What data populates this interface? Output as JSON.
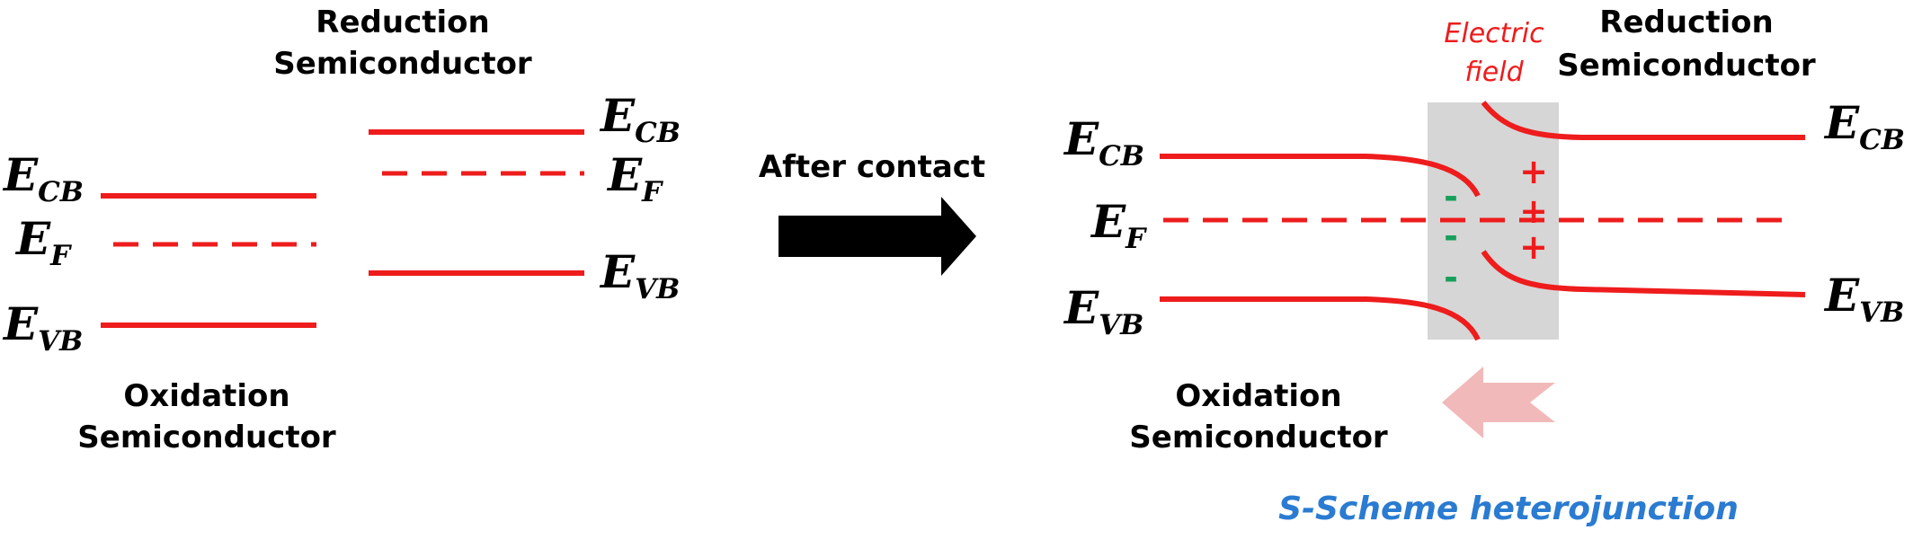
{
  "left": {
    "ox_label": [
      "Oxidation",
      "Semiconductor"
    ],
    "red_label": [
      "Reduction",
      "Semiconductor"
    ],
    "ecb": {
      "main": "E",
      "sub": "CB"
    },
    "ef": {
      "main": "E",
      "sub": "F"
    },
    "evb": {
      "main": "E",
      "sub": "VB"
    }
  },
  "arrow_label": "After contact",
  "right": {
    "ox_label": [
      "Oxidation",
      "Semiconductor"
    ],
    "red_label": [
      "Reduction",
      "Semiconductor"
    ],
    "electric_field": [
      "Electric",
      "field"
    ],
    "minus_signs": [
      "-",
      "-",
      "-"
    ],
    "plus_signs": [
      "+",
      "+",
      "+"
    ],
    "title": "S-Scheme heterojunction"
  },
  "colors": {
    "band_line": "#ee1c1c",
    "minus_sign": "#17a05a",
    "plus_sign": "#ee1c1c",
    "interface_box": "#d6d6d6",
    "field_arrow": "#f1b9b9",
    "title": "#2a7bd1",
    "black_arrow": "#000000"
  }
}
